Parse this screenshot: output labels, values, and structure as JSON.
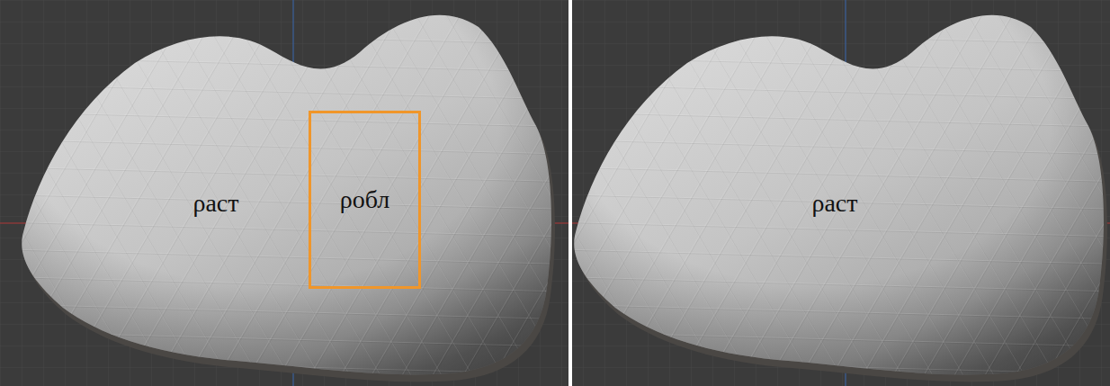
{
  "diagram": {
    "nodes": [
      {
        "text": [
          "ρаст"
        ]
      },
      {
        "text": [
          "ρобл"
        ],
        "in": 0
      },
      {
        "text": [
          "ρаст"
        ]
      }
    ]
  }
}
